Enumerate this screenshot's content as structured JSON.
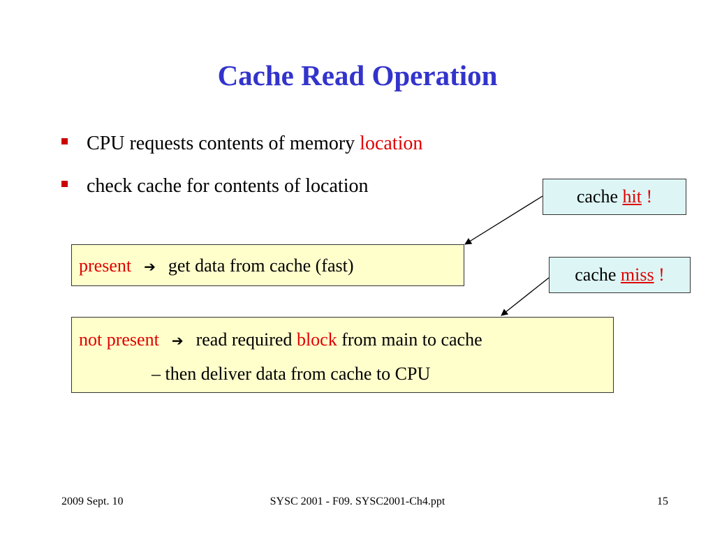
{
  "slide": {
    "title": "Cache Read Operation",
    "bullets": [
      {
        "text": "CPU requests contents of memory ",
        "highlight": "location"
      },
      {
        "text": "check cache for contents of location"
      }
    ]
  },
  "callouts": {
    "hit": {
      "prefix": "cache ",
      "word": "hit",
      "suffix": " !"
    },
    "miss": {
      "prefix": "cache ",
      "word": "miss",
      "suffix": " !"
    }
  },
  "boxes": {
    "present": {
      "label": "present",
      "arrow": "➔",
      "text": "get data from cache (fast)"
    },
    "not_present": {
      "label": "not present",
      "arrow": "➔",
      "text_before": "read required ",
      "highlight": "block",
      "text_after": " from main to cache",
      "line2": "– then deliver data from cache to CPU"
    }
  },
  "footer": {
    "date": "2009 Sept. 10",
    "center": "SYSC 2001 - F09. SYSC2001-Ch4.ppt",
    "page": "15"
  },
  "colors": {
    "title": "#3333cc",
    "accent_red": "#e00000",
    "bullet": "#cc0000",
    "yellow_box": "#ffffcc",
    "cyan_box": "#ddf5f5"
  }
}
